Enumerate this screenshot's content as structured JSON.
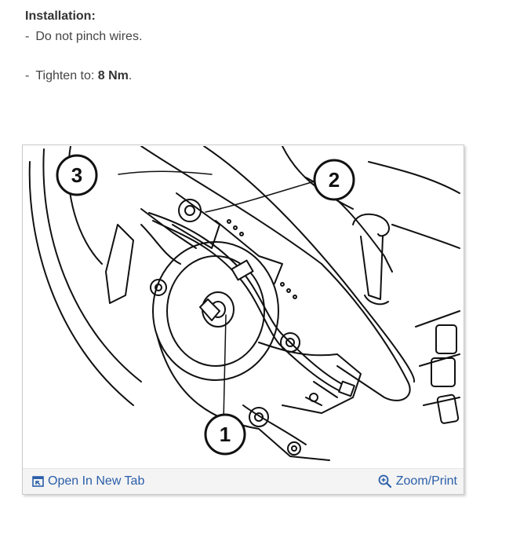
{
  "section": {
    "heading": "Installation:",
    "steps": [
      {
        "bullet": "-",
        "text": "Do not pinch wires.",
        "value": ""
      },
      {
        "bullet": "-",
        "text": "Tighten to: ",
        "value": "8 Nm",
        "suffix": "."
      }
    ]
  },
  "figure": {
    "callouts": [
      "1",
      "2",
      "3"
    ],
    "actions": {
      "open_label": "Open In New Tab",
      "zoom_label": "Zoom/Print"
    },
    "colors": {
      "link": "#2a5ea8",
      "line": "#111111"
    },
    "icons": [
      "open-in-new-tab-icon",
      "zoom-icon"
    ]
  }
}
